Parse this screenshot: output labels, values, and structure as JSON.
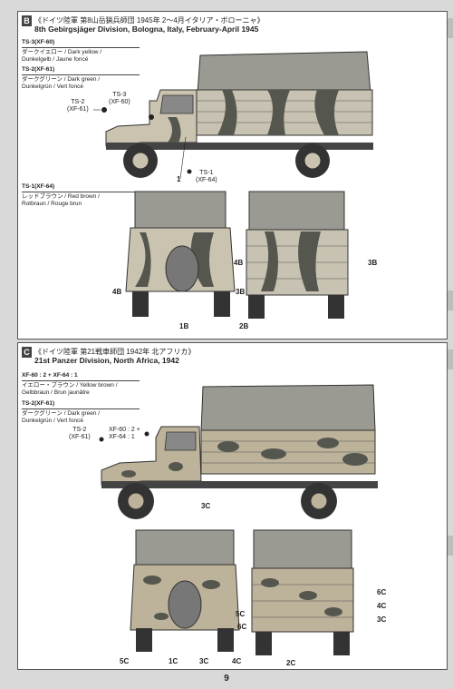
{
  "page_number": "9",
  "colors": {
    "dark_yellow": "#c9c3b0",
    "dark_green": "#55574f",
    "red_brown": "#7a6b5e",
    "yellow_brown": "#bdb29a"
  },
  "panel_b": {
    "badge": "B",
    "title_jp": "《ドイツ陸軍 第8山岳猟兵師団 1945年 2〜4月イタリア・ボローニャ》",
    "title_en": "8th Gebirgsjäger Division, Bologna, Italy, February-April 1945",
    "colors": [
      {
        "code": "TS-3(XF-60)",
        "desc": "ダークイエロー / Dark yellow /\nDunkelgelb / Jaune foncé"
      },
      {
        "code": "TS-2(XF-61)",
        "desc": "ダークグリーン / Dark green /\nDunkelgrün / Vert foncé"
      },
      {
        "code": "TS-1(XF-64)",
        "desc": "レッドブラウン / Red brown /\nRotbraun / Rouge brun"
      }
    ],
    "callouts": {
      "ts2": "TS-2\n(XF-61)",
      "ts3": "TS-3\n(XF-60)",
      "ts1": "TS-1\n(XF-64)",
      "n1": "1",
      "n1b": "1B",
      "n2b": "2B",
      "n3b_front": "3B",
      "n4b_front": "4B",
      "n4b_rear": "4B",
      "n3b_rear": "3B"
    }
  },
  "panel_c": {
    "badge": "C",
    "title_jp": "《ドイツ陸軍 第21戦車師団 1942年 北アフリカ》",
    "title_en": "21st Panzer Division, North Africa, 1942",
    "colors": [
      {
        "code": "XF-60 : 2 + XF-64 : 1",
        "desc": "イエロー・ブラウン / Yellow brown /\nGelbbraun / Brun jaunâtre"
      },
      {
        "code": "TS-2(XF-61)",
        "desc": "ダークグリーン / Dark green /\nDunkelgrün / Vert foncé"
      }
    ],
    "callouts": {
      "ts2": "TS-2\n(XF-61)",
      "mix": "XF-60 : 2 +\nXF-64 : 1",
      "n3c_side": "3C",
      "n5c_a": "5C",
      "n6c_a": "6C",
      "n5c_b": "5C",
      "n1c": "1C",
      "n3c_b": "3C",
      "n4c_a": "4C",
      "n6c_b": "6C",
      "n4c_b": "4C",
      "n3c_c": "3C",
      "n2c": "2C"
    }
  }
}
